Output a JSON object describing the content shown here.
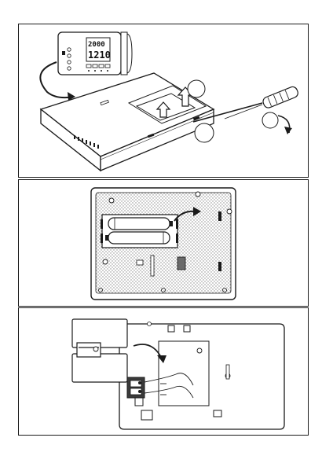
{
  "panels": [
    {
      "id": "device-removal",
      "display": {
        "top_value": "2000",
        "main_value": "1210"
      }
    },
    {
      "id": "battery-compartment"
    },
    {
      "id": "wall-mount-wiring"
    }
  ],
  "icons": [
    "screwdriver-icon",
    "curved-arrow-icon",
    "rotation-arrow-icon",
    "battery-icon",
    "screw-icon"
  ],
  "colors": {
    "line": "#1a1a1a",
    "stipple": "#9a9a9a",
    "fill": "#ffffff"
  }
}
